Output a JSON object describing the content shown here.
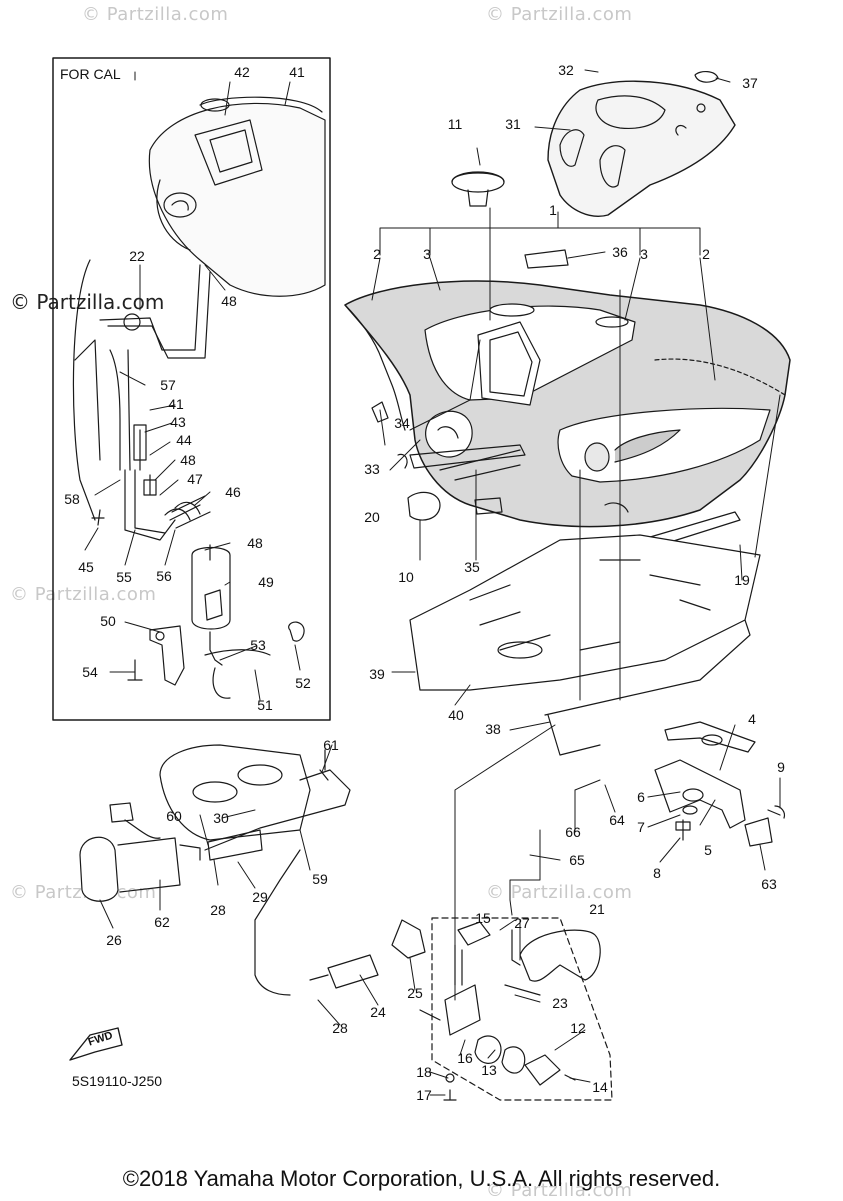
{
  "watermark": {
    "text": "© Partzilla.com",
    "main_text": "© Partzilla.com"
  },
  "inset": {
    "title": "FOR CAL"
  },
  "diagram_code": "5S19110-J250",
  "fwd_label": "FWD",
  "copyright": "©2018 Yamaha Motor Corporation, U.S.A. All rights reserved.",
  "callouts": [
    "1",
    "2",
    "2",
    "3",
    "3",
    "4",
    "5",
    "6",
    "7",
    "8",
    "9",
    "10",
    "11",
    "12",
    "13",
    "14",
    "15",
    "16",
    "17",
    "18",
    "19",
    "20",
    "21",
    "22",
    "23",
    "24",
    "25",
    "26",
    "27",
    "28",
    "28",
    "29",
    "30",
    "31",
    "32",
    "33",
    "34",
    "35",
    "36",
    "37",
    "38",
    "39",
    "40",
    "41",
    "41",
    "42",
    "43",
    "44",
    "45",
    "46",
    "47",
    "48",
    "48",
    "48",
    "49",
    "50",
    "51",
    "52",
    "53",
    "54",
    "55",
    "56",
    "57",
    "58",
    "59",
    "60",
    "61",
    "62",
    "63",
    "64",
    "65",
    "66"
  ],
  "colors": {
    "line": "#1a1a1a",
    "tank_fill": "#d9d9d9",
    "watermark": "#c8c8c8"
  }
}
